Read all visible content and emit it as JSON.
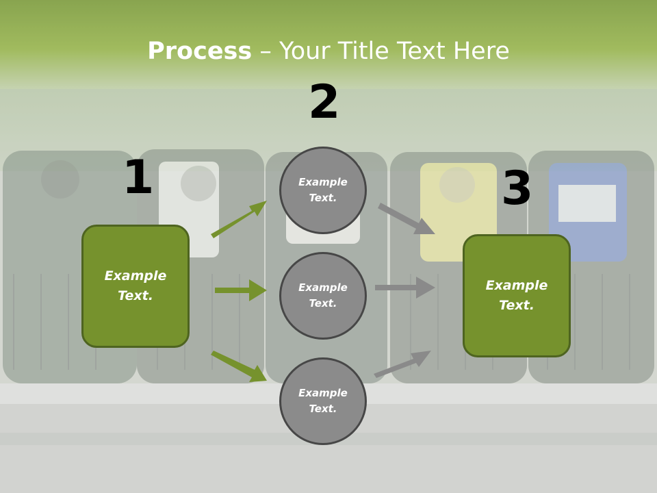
{
  "slide": {
    "title_bold": "Process",
    "title_rest": " – Your Title Text Here",
    "colors": {
      "accent_green": "#76922d",
      "circle_gray": "#8b8b8b",
      "arrow_gray": "#8a8a8a"
    }
  },
  "steps": {
    "step1_number": "1",
    "step2_number": "2",
    "step3_number": "3",
    "box1_text": "Example\nText.",
    "box3_text": "Example\nText.",
    "circle_top_text": "Example\nText.",
    "circle_middle_text": "Example\nText.",
    "circle_bottom_text": "Example\nText."
  },
  "background": {
    "description_icon": "recycling-bins-photo"
  }
}
